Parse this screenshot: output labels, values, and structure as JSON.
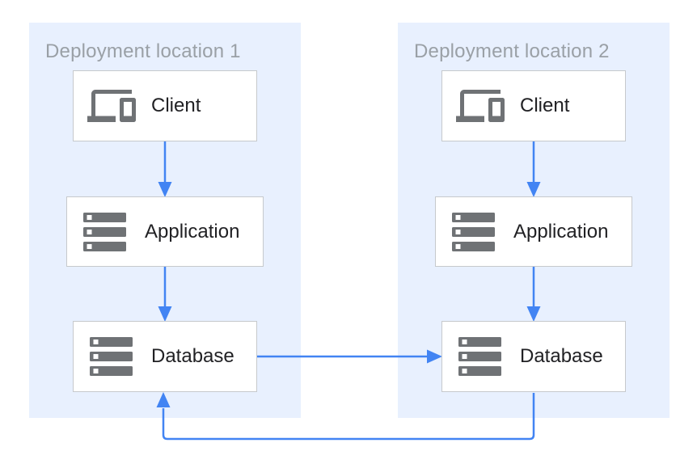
{
  "colors": {
    "panel-bg": "#E8F0FE",
    "edge": "#4284F3",
    "box-border": "#C6C9CC",
    "box-bg": "#FFFFFF",
    "icon": "#6F7275",
    "title-text": "#9AA0A6",
    "label-text": "#212124",
    "page-bg": "#FFFFFF"
  },
  "panels": [
    {
      "title": "Deployment location 1",
      "nodes": [
        {
          "label": "Client",
          "icon": "devices-icon"
        },
        {
          "label": "Application",
          "icon": "server-stack-icon"
        },
        {
          "label": "Database",
          "icon": "server-stack-icon"
        }
      ]
    },
    {
      "title": "Deployment location 2",
      "nodes": [
        {
          "label": "Client",
          "icon": "devices-icon"
        },
        {
          "label": "Application",
          "icon": "server-stack-icon"
        },
        {
          "label": "Database",
          "icon": "server-stack-icon"
        }
      ]
    }
  ],
  "connections": [
    {
      "from": "client-1",
      "to": "application-1"
    },
    {
      "from": "application-1",
      "to": "database-1"
    },
    {
      "from": "client-2",
      "to": "application-2"
    },
    {
      "from": "application-2",
      "to": "database-2"
    },
    {
      "from": "database-1",
      "to": "database-2"
    },
    {
      "from": "database-2",
      "to": "database-1"
    }
  ]
}
